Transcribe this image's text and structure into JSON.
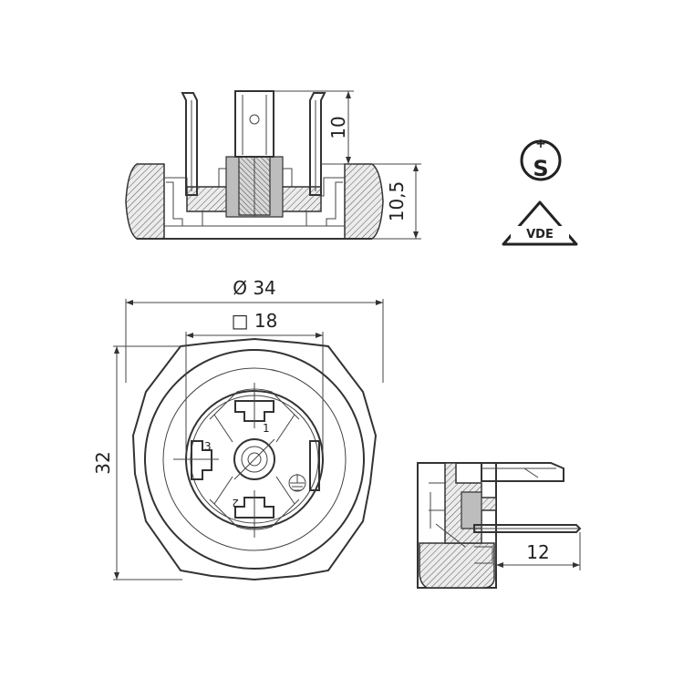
{
  "dimensions": {
    "pin_height": "10",
    "body_height": "10,5",
    "diameter": "Ø 34",
    "square": "□ 18",
    "height": "32",
    "side_depth": "12"
  },
  "pin_labels": {
    "pin1": "1",
    "pin2": "2",
    "pin3": "3"
  },
  "certifications": {
    "s_mark": "S",
    "vde": "VDE"
  },
  "colors": {
    "line": "#333333",
    "hatch_fill": "#e6e6e6",
    "gray_fill": "#bdbdbd"
  }
}
